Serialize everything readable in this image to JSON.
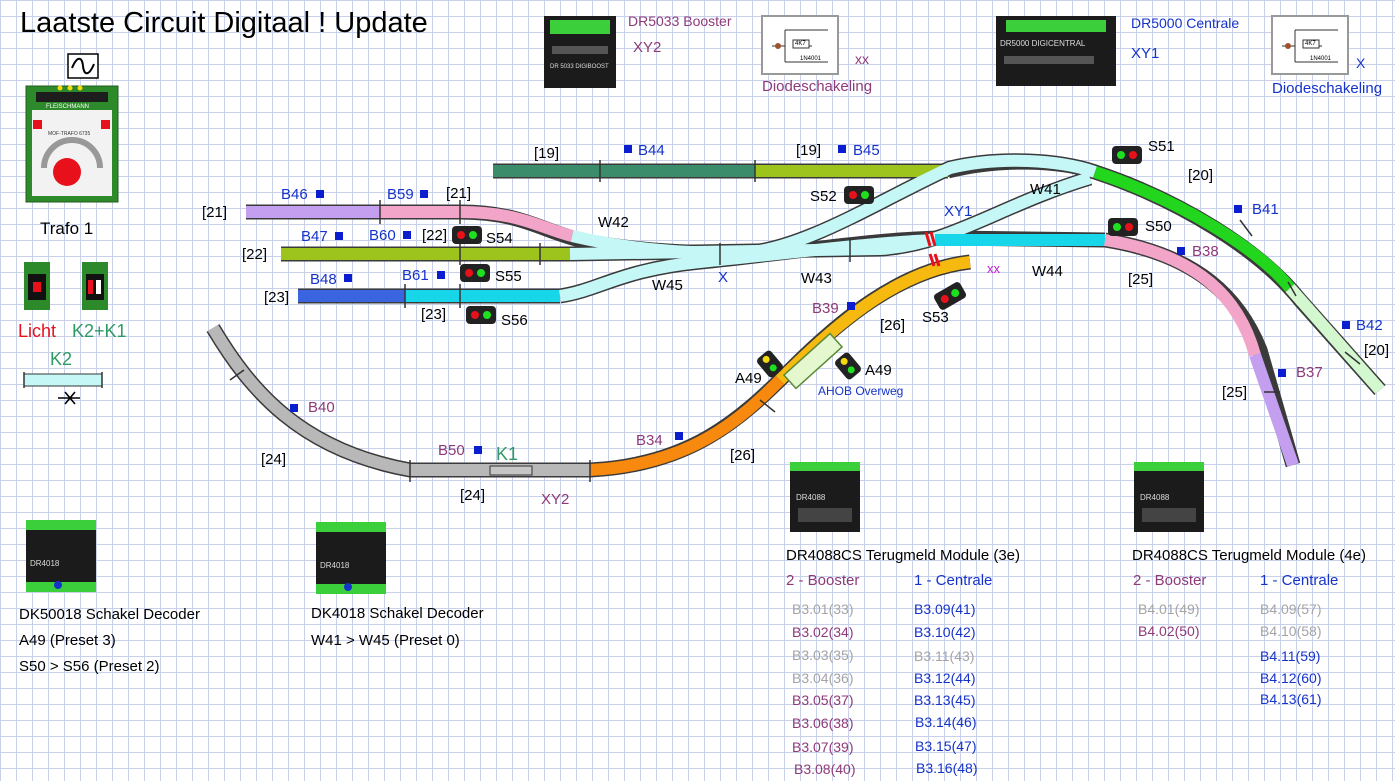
{
  "title": "Laatste Circuit Digitaal ! Update",
  "legend": {
    "trafo_label": "Trafo 1",
    "licht": "Licht",
    "k2k1": "K2+K1",
    "k2": "K2",
    "trafo_brand": "FLEISCHMANN",
    "trafo_model": "MOF-TRAFO 6735"
  },
  "devices": {
    "booster_label": "DR5033 Booster",
    "booster_code": "XY2",
    "booster_screen": "DR 5033   DIGIBOOST",
    "centrale_label": "DR5000 Centrale",
    "centrale_code": "XY1",
    "centrale_screen": "DR5000   DIGICENTRAL",
    "diode1_label": "Diodeschakeling",
    "diode1_code": "xx",
    "diode2_label": "Diodeschakeling",
    "diode2_code": "X",
    "diode_chip": "4K7",
    "diode_part": "1N4001"
  },
  "track_numbers": [
    "[19]",
    "[19]",
    "[20]",
    "[20]",
    "[21]",
    "[21]",
    "[22]",
    "[22]",
    "[23]",
    "[23]",
    "[24]",
    "[24]",
    "[25]",
    "[25]",
    "[26]",
    "[26]"
  ],
  "blocks": {
    "B44": "B44",
    "B45": "B45",
    "B46": "B46",
    "B59": "B59",
    "B47": "B47",
    "B60": "B60",
    "B48": "B48",
    "B61": "B61",
    "B41": "B41",
    "B38": "B38",
    "B42": "B42",
    "B37": "B37",
    "B39": "B39",
    "B40": "B40",
    "B34": "B34",
    "B50": "B50"
  },
  "switches": {
    "W41": "W41",
    "W42": "W42",
    "W43": "W43",
    "W44": "W44",
    "W45": "W45"
  },
  "signals": {
    "S51": "S51",
    "S52": "S52",
    "S50": "S50",
    "S53": "S53",
    "S54": "S54",
    "S55": "S55",
    "S56": "S56",
    "A49": "A49"
  },
  "markers": {
    "XY1": "XY1",
    "X": "X",
    "xx": "xx",
    "XY2": "XY2",
    "K1": "K1",
    "ahob": "AHOB Overweg"
  },
  "decoders": {
    "dr4018_screen": "DR4018",
    "dk50018_title": "DK50018 Schakel Decoder",
    "dk50018_line1": "A49 (Preset 3)",
    "dk50018_line2": "S50 > S56 (Preset 2)",
    "dk4018_title": "DK4018 Schakel Decoder",
    "dk4018_line1": "W41 > W45 (Preset 0)"
  },
  "modules": {
    "module_screen": "DR4088",
    "m3_title": "DR4088CS Terugmeld Module (3e)",
    "m3_booster_head": "2 - Booster",
    "m3_centrale_head": "1 - Centrale",
    "m3_booster": [
      "B3.01(33)",
      "B3.02(34)",
      "B3.03(35)",
      "B3.04(36)",
      "B3.05(37)",
      "B3.06(38)",
      "B3.07(39)",
      "B3.08(40)"
    ],
    "m3_centrale": [
      "B3.09(41)",
      "B3.10(42)",
      "B3.11(43)",
      "B3.12(44)",
      "B3.13(45)",
      "B3.14(46)",
      "B3.15(47)",
      "B3.16(48)"
    ],
    "m4_title": "DR4088CS Terugmeld Module (4e)",
    "m4_booster_head": "2 - Booster",
    "m4_centrale_head": "1 - Centrale",
    "m4_booster": [
      "B4.01(49)",
      "B4.02(50)"
    ],
    "m4_centrale": [
      "B4.09(57)",
      "B4.10(58)",
      "B4.11(59)",
      "B4.12(60)",
      "B4.13(61)"
    ]
  },
  "colors": {
    "purple": "#8e3a78",
    "blue": "#1533c9",
    "gray": "#a4a4a4",
    "track_green": "#3a8c6a",
    "track_lime": "#9cc41c",
    "track_bright_green": "#22d61e",
    "track_pale_green": "#d3f7cf",
    "track_pink": "#f3a5c9",
    "track_lilac": "#c49ff0",
    "track_cyan": "#18d6ea",
    "track_pale_cyan": "#c5f7f7",
    "track_blue": "#3b64e0",
    "track_orange": "#f7890f",
    "track_gold": "#f5b90f",
    "track_gray": "#b8b8b8"
  }
}
